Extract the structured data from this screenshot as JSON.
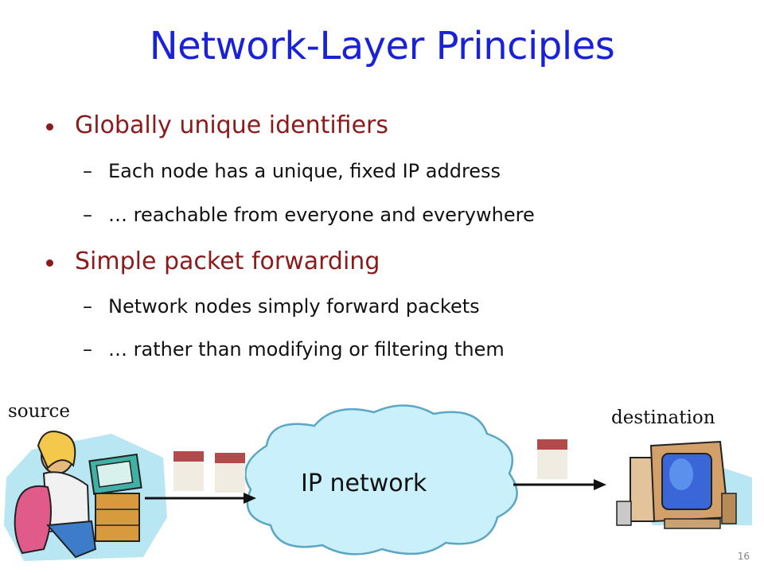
{
  "slide": {
    "title": "Network-Layer Principles",
    "page_number": "16"
  },
  "bullets": [
    {
      "text": "Globally unique identifiers",
      "subs": [
        "Each node has a unique, fixed IP address",
        "… reachable from everyone and everywhere"
      ]
    },
    {
      "text": "Simple packet forwarding",
      "subs": [
        "Network nodes simply forward packets",
        "… rather than modifying or filtering them"
      ]
    }
  ],
  "sub_dash": "–",
  "diagram": {
    "source_label": "source",
    "destination_label": "destination",
    "cloud_label": "IP network",
    "colors": {
      "cloud": "#c9f0fb",
      "cloud_stroke": "#5aa6c4",
      "packet_header": "#b14b4b",
      "packet_body": "#f0ece2"
    }
  }
}
